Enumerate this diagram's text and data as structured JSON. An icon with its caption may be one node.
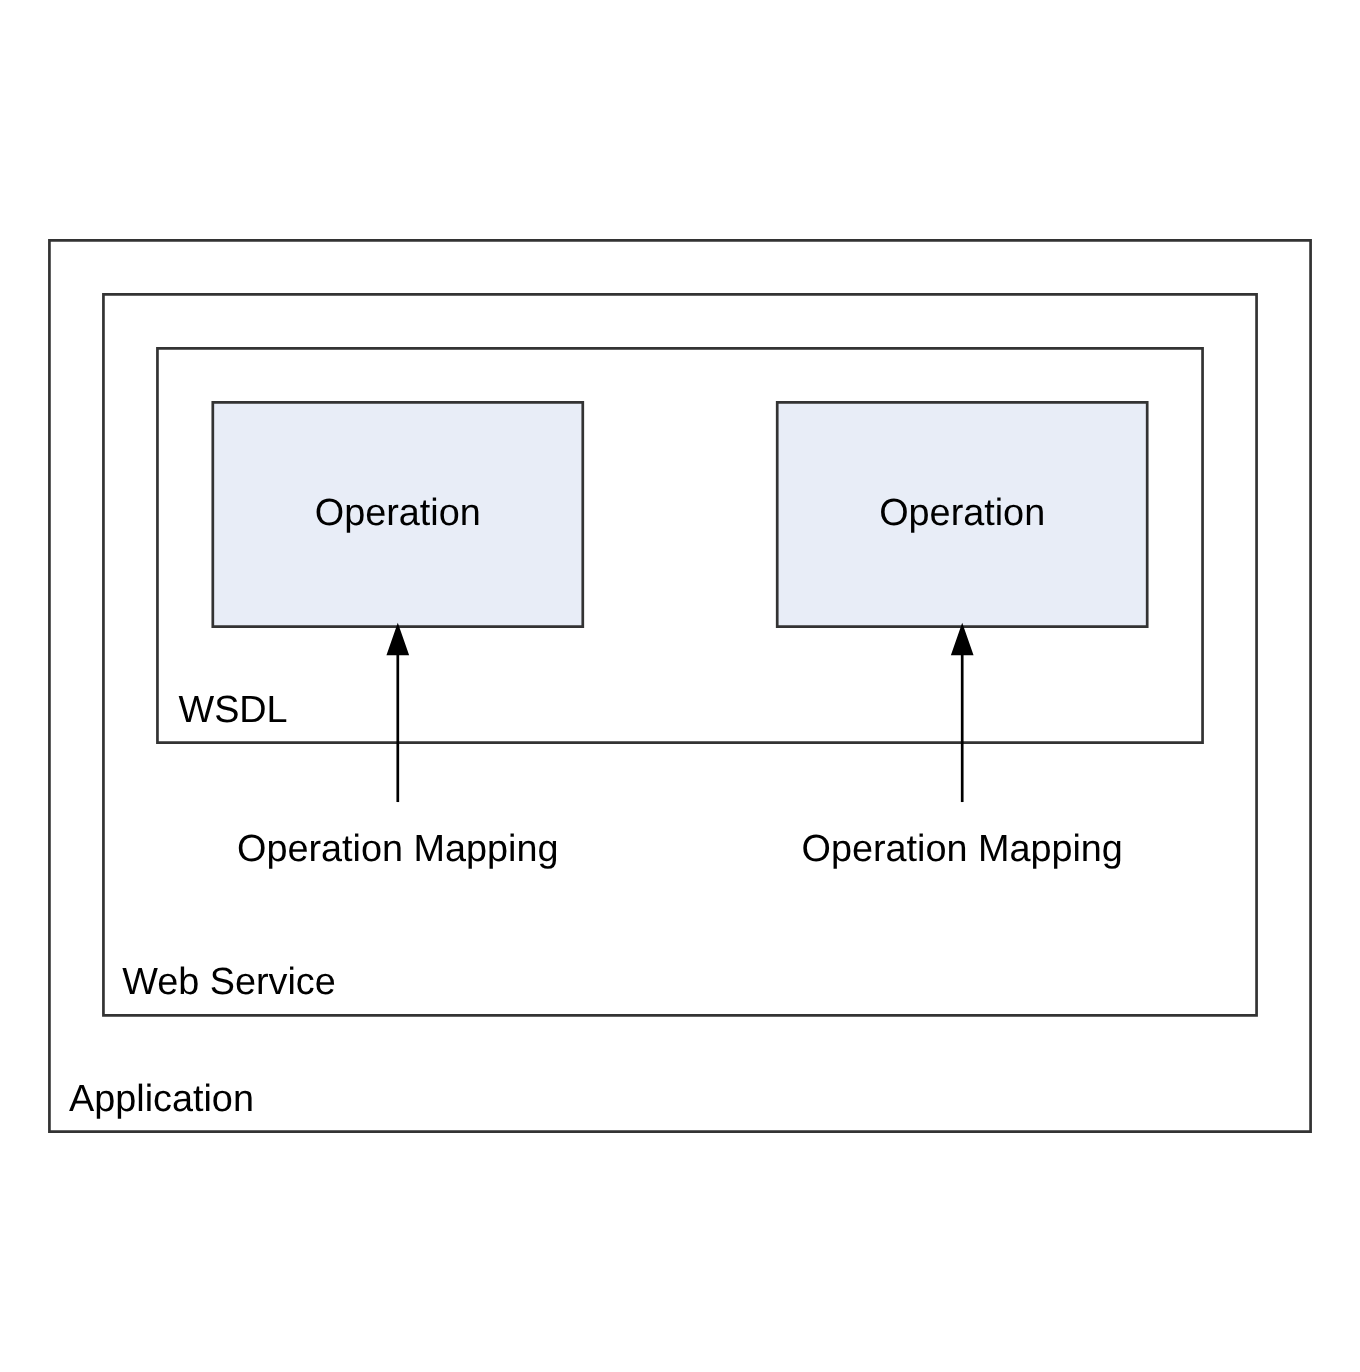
{
  "diagram": {
    "nodes": [
      {
        "text": [
          "Application"
        ]
      },
      {
        "text": [
          "Web Service"
        ],
        "in": 0
      },
      {
        "text": [
          "WSDL"
        ],
        "in": 1
      },
      {
        "text": [
          "Operation"
        ],
        "in": 2
      },
      {
        "text": [
          "Operation"
        ],
        "in": 2
      },
      {
        "text": [
          "Operation Mapping"
        ],
        "in": 1
      },
      {
        "text": [
          "Operation Mapping"
        ],
        "in": 1
      }
    ],
    "edges": [
      {
        "from": 5,
        "to": 3,
        "arrow": "to"
      },
      {
        "from": 6,
        "to": 4,
        "arrow": "to"
      }
    ]
  }
}
